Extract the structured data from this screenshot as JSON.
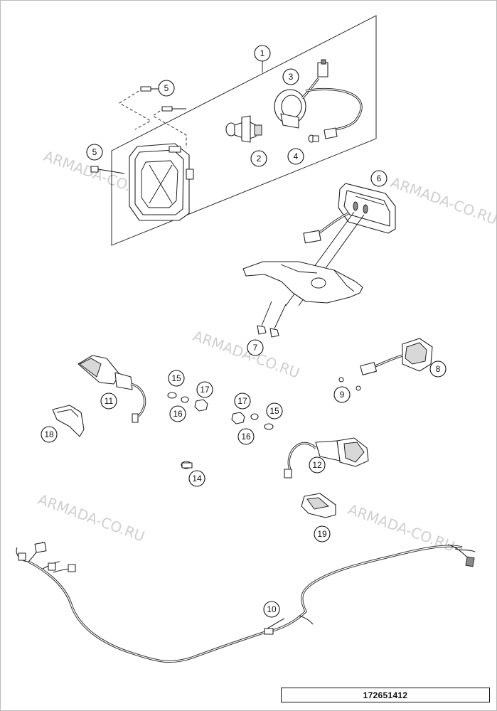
{
  "watermarks": [
    "ARMADA-CO.RU",
    "ARMADA-CO.RU",
    "ARMADA-CO.RU",
    "ARMADA-CO.RU",
    "ARMADA-CO.RU"
  ],
  "callouts": [
    "1",
    "2",
    "3",
    "4",
    "5",
    "5",
    "6",
    "7",
    "8",
    "9",
    "10",
    "11",
    "12",
    "14",
    "15",
    "15",
    "16",
    "16",
    "17",
    "17",
    "18",
    "19"
  ],
  "drawing_number": "172651412"
}
